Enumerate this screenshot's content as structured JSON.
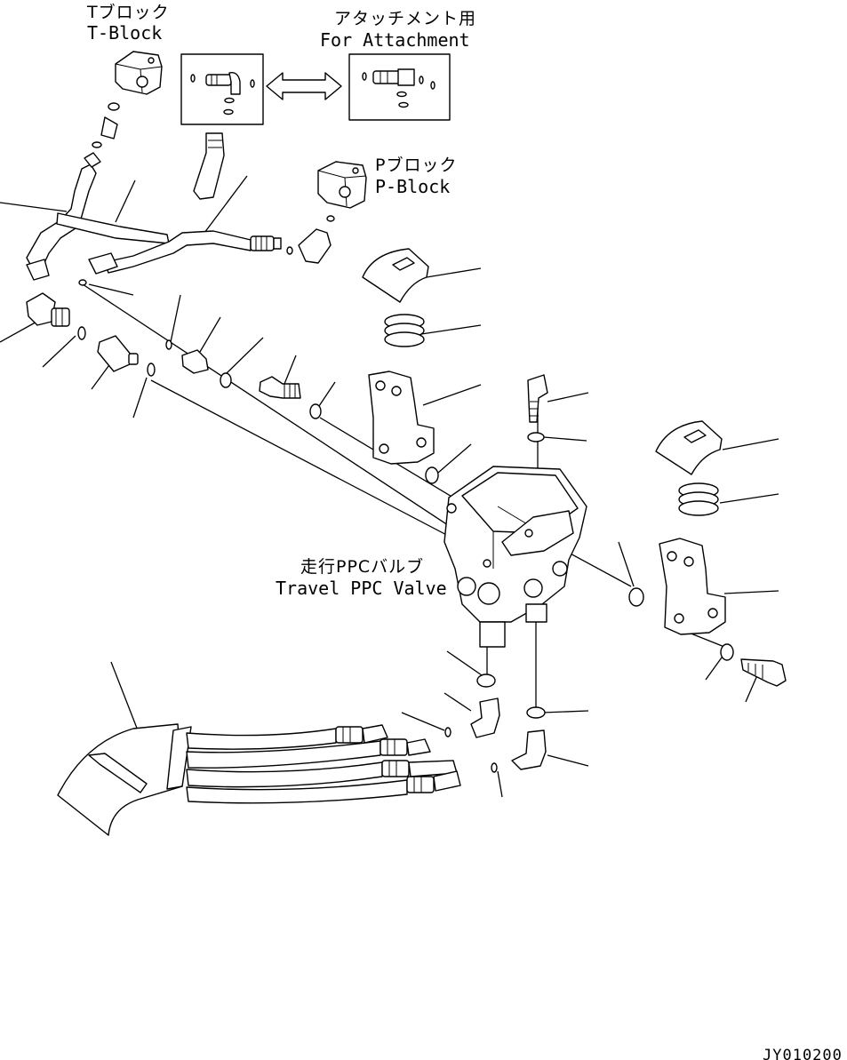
{
  "labels": {
    "t_block_ja": "Tブロック",
    "t_block_en": "T-Block",
    "attachment_ja": "アタッチメント用",
    "attachment_en": "For Attachment",
    "p_block_ja": "Pブロック",
    "p_block_en": "P-Block",
    "valve_ja": "走行PPCバルブ",
    "valve_en": "Travel PPC Valve",
    "drawing_code": "JY010200"
  }
}
